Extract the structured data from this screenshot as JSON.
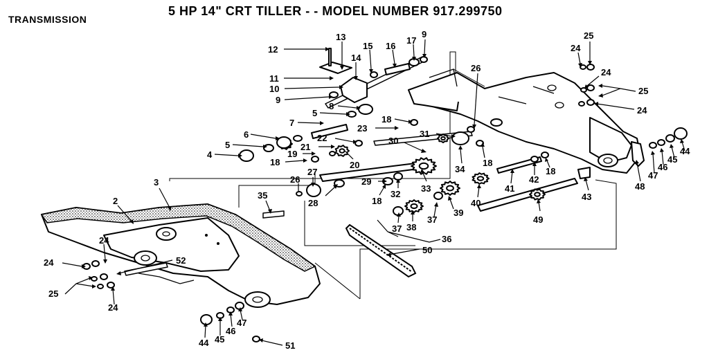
{
  "header": {
    "section": "TRANSMISSION",
    "title": "5 HP  14\" CRT TILLER - - MODEL NUMBER 917.299750"
  },
  "callouts": [
    {
      "id": "c12",
      "text": "12"
    },
    {
      "id": "c13",
      "text": "13"
    },
    {
      "id": "c14",
      "text": "14"
    },
    {
      "id": "c15",
      "text": "15"
    },
    {
      "id": "c16",
      "text": "16"
    },
    {
      "id": "c17",
      "text": "17"
    },
    {
      "id": "c9a",
      "text": "9"
    },
    {
      "id": "c11",
      "text": "11"
    },
    {
      "id": "c10",
      "text": "10"
    },
    {
      "id": "c9b",
      "text": "9"
    },
    {
      "id": "c8",
      "text": "8"
    },
    {
      "id": "c5a",
      "text": "5"
    },
    {
      "id": "c7",
      "text": "7"
    },
    {
      "id": "c6",
      "text": "6"
    },
    {
      "id": "c5b",
      "text": "5"
    },
    {
      "id": "c4",
      "text": "4"
    },
    {
      "id": "c18a",
      "text": "18"
    },
    {
      "id": "c23",
      "text": "23"
    },
    {
      "id": "c22",
      "text": "22"
    },
    {
      "id": "c21",
      "text": "21"
    },
    {
      "id": "c19",
      "text": "19"
    },
    {
      "id": "c18b",
      "text": "18"
    },
    {
      "id": "c20",
      "text": "20"
    },
    {
      "id": "c26a",
      "text": "26"
    },
    {
      "id": "c31",
      "text": "31"
    },
    {
      "id": "c30",
      "text": "30"
    },
    {
      "id": "c18c",
      "text": "18"
    },
    {
      "id": "c34",
      "text": "34"
    },
    {
      "id": "c27",
      "text": "27"
    },
    {
      "id": "c26b",
      "text": "26"
    },
    {
      "id": "c28",
      "text": "28"
    },
    {
      "id": "c29",
      "text": "29"
    },
    {
      "id": "c32",
      "text": "32"
    },
    {
      "id": "c33",
      "text": "33"
    },
    {
      "id": "c18d",
      "text": "18"
    },
    {
      "id": "c3",
      "text": "3"
    },
    {
      "id": "c35",
      "text": "35"
    },
    {
      "id": "c2",
      "text": "2"
    },
    {
      "id": "c38",
      "text": "38"
    },
    {
      "id": "c37a",
      "text": "37"
    },
    {
      "id": "c37b",
      "text": "37"
    },
    {
      "id": "c39",
      "text": "39"
    },
    {
      "id": "c36",
      "text": "36"
    },
    {
      "id": "c40",
      "text": "40"
    },
    {
      "id": "c41",
      "text": "41"
    },
    {
      "id": "c42",
      "text": "42"
    },
    {
      "id": "c18e",
      "text": "18"
    },
    {
      "id": "c43",
      "text": "43"
    },
    {
      "id": "c49",
      "text": "49"
    },
    {
      "id": "c50",
      "text": "50"
    },
    {
      "id": "c25a",
      "text": "25"
    },
    {
      "id": "c24a",
      "text": "24"
    },
    {
      "id": "c24b",
      "text": "24"
    },
    {
      "id": "c25b",
      "text": "25"
    },
    {
      "id": "c24c",
      "text": "24"
    },
    {
      "id": "c44a",
      "text": "44"
    },
    {
      "id": "c45a",
      "text": "45"
    },
    {
      "id": "c46a",
      "text": "46"
    },
    {
      "id": "c47a",
      "text": "47"
    },
    {
      "id": "c48",
      "text": "48"
    },
    {
      "id": "c24d",
      "text": "24"
    },
    {
      "id": "c24e",
      "text": "24"
    },
    {
      "id": "c52",
      "text": "52"
    },
    {
      "id": "c25c",
      "text": "25"
    },
    {
      "id": "c24f",
      "text": "24"
    },
    {
      "id": "c47b",
      "text": "47"
    },
    {
      "id": "c46b",
      "text": "46"
    },
    {
      "id": "c45b",
      "text": "45"
    },
    {
      "id": "c44b",
      "text": "44"
    },
    {
      "id": "c51",
      "text": "51"
    }
  ]
}
